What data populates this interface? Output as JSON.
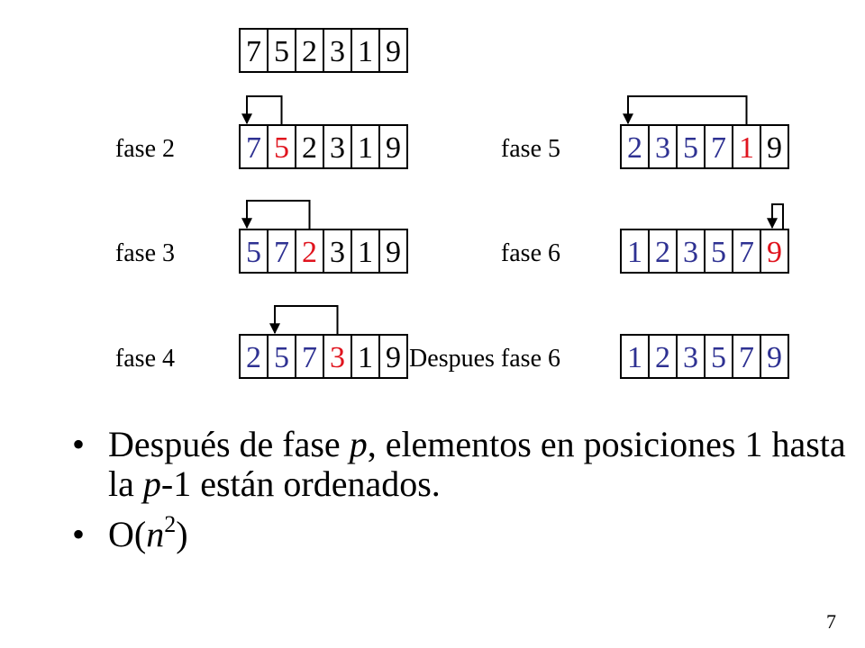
{
  "colors": {
    "sorted": "#2e3192",
    "current": "#e0141e",
    "unsorted": "#000000"
  },
  "initial": {
    "values": [
      "7",
      "5",
      "2",
      "3",
      "1",
      "9"
    ],
    "sorted_count": 0,
    "current_index": -1
  },
  "phases": [
    {
      "label": "fase 2",
      "values": [
        "7",
        "5",
        "2",
        "3",
        "1",
        "9"
      ],
      "sorted_count": 1,
      "current_index": 1,
      "insert_to": 0
    },
    {
      "label": "fase 3",
      "values": [
        "5",
        "7",
        "2",
        "3",
        "1",
        "9"
      ],
      "sorted_count": 2,
      "current_index": 2,
      "insert_to": 0
    },
    {
      "label": "fase 4",
      "values": [
        "2",
        "5",
        "7",
        "3",
        "1",
        "9"
      ],
      "sorted_count": 3,
      "current_index": 3,
      "insert_to": 1
    },
    {
      "label": "fase 5",
      "values": [
        "2",
        "3",
        "5",
        "7",
        "1",
        "9"
      ],
      "sorted_count": 4,
      "current_index": 4,
      "insert_to": 0
    },
    {
      "label": "fase 6",
      "values": [
        "1",
        "2",
        "3",
        "5",
        "7",
        "9"
      ],
      "sorted_count": 5,
      "current_index": 5,
      "insert_to": 5
    },
    {
      "label": "Despues fase 6",
      "values": [
        "1",
        "2",
        "3",
        "5",
        "7",
        "9"
      ],
      "sorted_count": 6,
      "current_index": -1,
      "insert_to": -1
    }
  ],
  "bullets": {
    "b1": {
      "mark": "•",
      "part1": "Después de fase ",
      "var1": "p",
      "part2": ", elementos en posiciones 1 hasta la ",
      "var2": "p",
      "part3": "-1 están ordenados."
    },
    "b2": {
      "mark": "•",
      "prefix": "O(",
      "var": "n",
      "exp": "2",
      "suffix": ")"
    }
  },
  "page_number": "7"
}
